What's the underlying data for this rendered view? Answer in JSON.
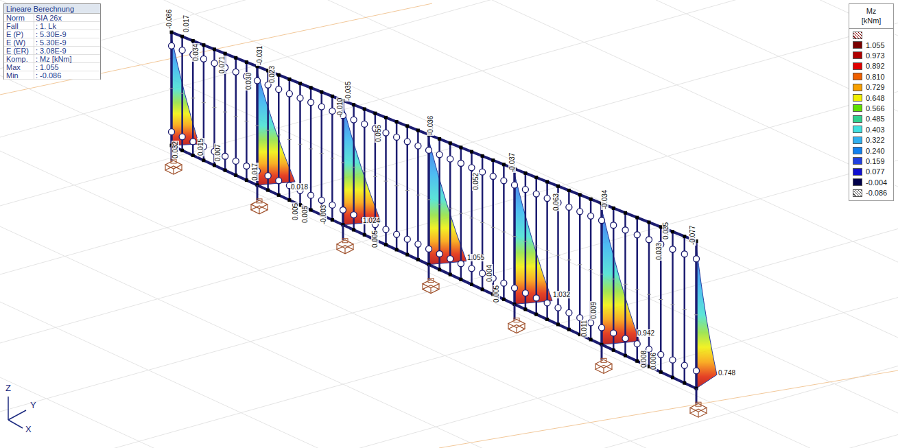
{
  "diagram": {
    "nodes": [
      {
        "text": [
          "Lineare Berechnung",
          "Norm",
          "SIA 26x",
          "Fall",
          ": 1. Lk",
          "E (P)",
          ": 5.30E-9",
          "E (W)",
          ": 5.30E-9",
          "E (ER)",
          ": 3.08E-9",
          "Komp.",
          ": Mz [kNm]",
          "Max",
          ": 1.055",
          "Min",
          ": -0.086"
        ]
      },
      {
        "text": [
          "Mz",
          "[kNm]"
        ]
      }
    ],
    "labels": [
      "Z",
      "Y",
      "X",
      "-0.086",
      "0.017",
      "0.034",
      "0.071",
      "0.030",
      "-0.031",
      "0.023",
      "-0.010",
      "-0.035",
      "0.055",
      "-0.036",
      "0.052",
      "-0.037",
      "0.063",
      "-0.034",
      "0.035",
      "0.033",
      "-0.077",
      "0.032",
      "0.015",
      "0.007",
      "0.017",
      "0.005",
      "0.005",
      "-0.003",
      "0.005",
      "0.004",
      "0.005",
      "0.011",
      "0.009",
      "0.008",
      "0.006",
      "0.018",
      "1.024",
      "1.055",
      "1.032",
      "0.942",
      "0.748"
    ],
    "legend": [
      {
        "text": "1.055",
        "color": "#7a0000"
      },
      {
        "text": "0.973",
        "color": "#b00000"
      },
      {
        "text": "0.892",
        "color": "#e00000"
      },
      {
        "text": "0.810",
        "color": "#f06000"
      },
      {
        "text": "0.729",
        "color": "#f8a000"
      },
      {
        "text": "0.648",
        "color": "#f0f000"
      },
      {
        "text": "0.566",
        "color": "#60e000"
      },
      {
        "text": "0.485",
        "color": "#30d090"
      },
      {
        "text": "0.403",
        "color": "#40e0e0"
      },
      {
        "text": "0.322",
        "color": "#30b0f0"
      },
      {
        "text": "0.240",
        "color": "#1080f0"
      },
      {
        "text": "0.159",
        "color": "#2040e0"
      },
      {
        "text": "0.077",
        "color": "#1010d0"
      },
      {
        "text": "-0.004",
        "color": "#00004a"
      },
      {
        "text": "-0.086"
      }
    ]
  }
}
